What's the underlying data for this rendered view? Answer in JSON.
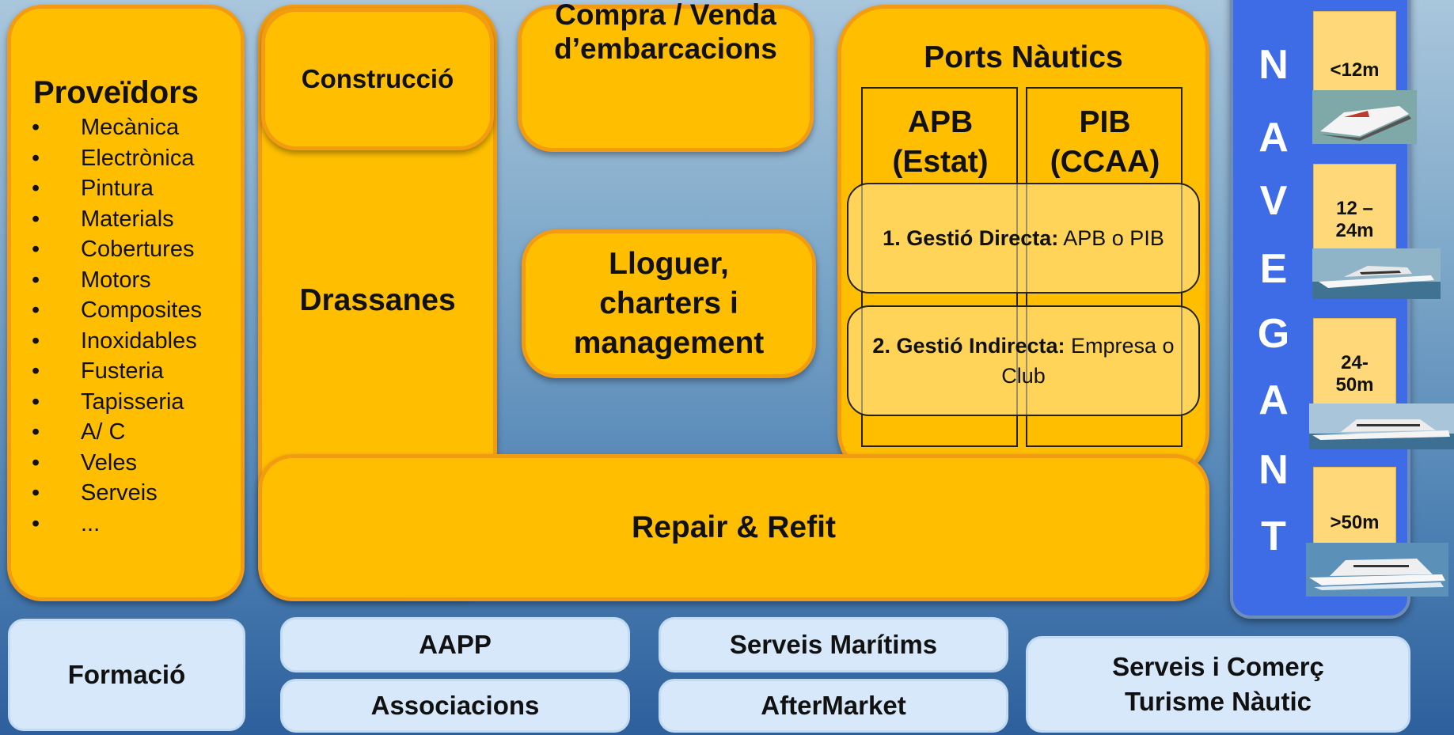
{
  "proveidors": {
    "title": "Proveïdors",
    "items": [
      "Mecànica",
      "Electrònica",
      "Pintura",
      "Materials",
      "Cobertures",
      "Motors",
      "Composites",
      "Inoxidables",
      "Fusteria",
      "Tapisseria",
      "A/ C",
      "Veles",
      "Serveis",
      "..."
    ]
  },
  "construccio": "Construcció",
  "drassanes": "Drassanes",
  "compra": "Compra / Venda d’embarcacions",
  "lloguer": "Lloguer, charters i management",
  "ports": {
    "title": "Ports Nàutics",
    "apb": "APB (Estat)",
    "pib": "PIB (CCAA)",
    "gestio_directa_bold": "1. Gestió Directa:",
    "gestio_directa_rest": " APB o PIB",
    "gestio_indirecta_bold": "2. Gestió Indirecta:",
    "gestio_indirecta_rest": " Empresa o Club"
  },
  "repair": "Repair & Refit",
  "navegant": {
    "letters": [
      "N",
      "A",
      "V",
      "E",
      "G",
      "A",
      "N",
      "T"
    ],
    "sizes": [
      "<12m",
      "12 – 24m",
      "24- 50m",
      ">50m"
    ]
  },
  "bottom": {
    "formacio": "Formació",
    "aapp": "AAPP",
    "associacions": "Associacions",
    "serveis_maritims": "Serveis Marítims",
    "aftermarket": "AfterMarket",
    "serveis_comerc": "Serveis i Comerç",
    "turisme_nautic": "Turisme Nàutic"
  },
  "colors": {
    "box_fill": "#ffbf00",
    "box_border": "#f39c12",
    "nav_blue": "#3d6ce6",
    "light_box": "#d6e8fa"
  }
}
